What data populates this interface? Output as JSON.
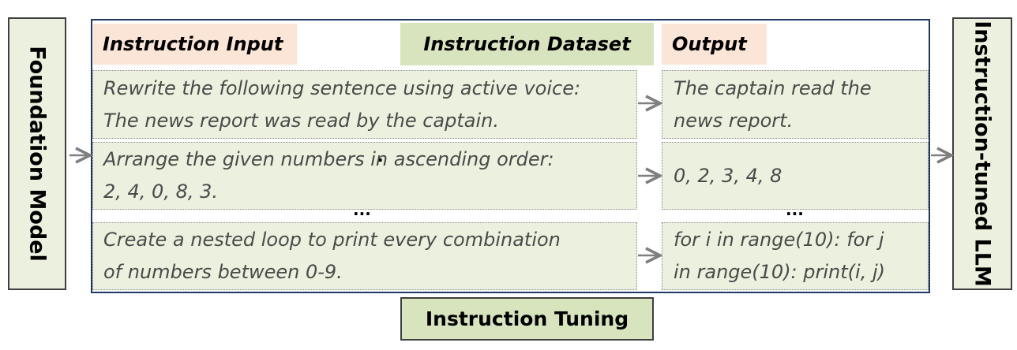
{
  "left_box": {
    "label": "Foundation Model"
  },
  "right_box": {
    "label": "Instruction-tuned LLM"
  },
  "headers": {
    "input": "Instruction Input",
    "dataset": "Instruction Dataset",
    "output": "Output"
  },
  "rows": [
    {
      "input_lines": [
        "Rewrite the following sentence using active voice:",
        "The news report was read by the captain."
      ],
      "output_lines": [
        "The captain read the",
        "news report."
      ]
    },
    {
      "input_lines": [
        "Arrange the given numbers in ascending order:",
        "2, 4, 0, 8, 3."
      ],
      "output_lines": [
        "0, 2, 3, 4, 8"
      ]
    },
    {
      "input_lines": [
        "Create a nested loop to print every combination",
        "of numbers between 0-9."
      ],
      "output_lines": [
        "for i in range(10): for j",
        "in range(10): print(i, j)"
      ]
    }
  ],
  "ellipsis": "...",
  "stray_dot": ".",
  "footer": {
    "label": "Instruction Tuning"
  },
  "colors": {
    "peach": "#fbe5d6",
    "green_light": "#ebf1de",
    "green_mid": "#d7e4bd",
    "frame": "#1f3864",
    "arrow": "#7f7f7f"
  }
}
